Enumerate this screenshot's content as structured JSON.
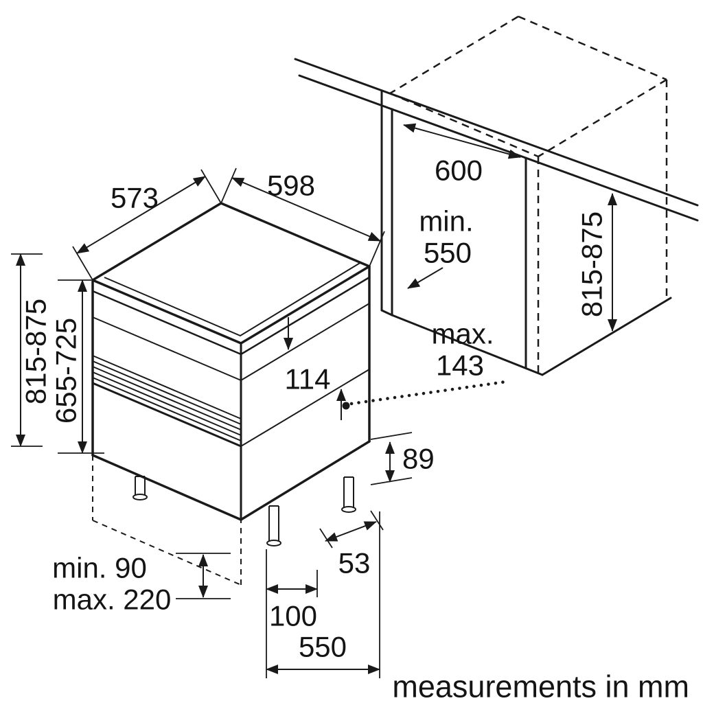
{
  "colors": {
    "line": "#1a1a1a",
    "background": "#ffffff"
  },
  "footer": {
    "note": "measurements in mm"
  },
  "dims": {
    "top_depth": "573",
    "top_width": "598",
    "niche_width": "600",
    "niche_depth_min": {
      "line1": "min.",
      "line2": "550"
    },
    "appliance_height": "815-875",
    "front_height": "655-725",
    "niche_height": "815-875",
    "panel_height": "114",
    "door_protrusion_max": {
      "line1": "max.",
      "line2": "143"
    },
    "rear_clearance": "89",
    "foot_offset": "53",
    "plinth_height": {
      "min": "min. 90",
      "max": "max. 220"
    },
    "foot_inset": "100",
    "base_depth": "550"
  }
}
